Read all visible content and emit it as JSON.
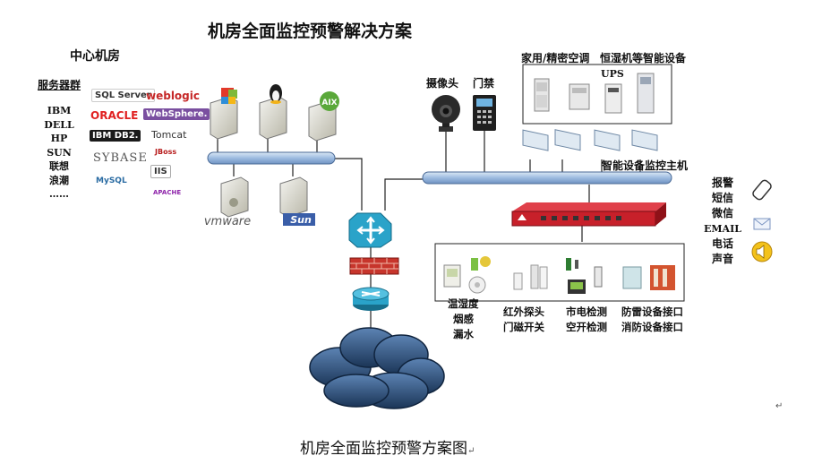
{
  "title": "机房全面监控预警解决方案",
  "center": {
    "title": "中心机房"
  },
  "servers": {
    "header": "服务器群",
    "vendors": [
      "IBM",
      "DELL",
      "HP",
      "SUN",
      "联想",
      "浪潮",
      "……"
    ]
  },
  "software_logos": {
    "sqlserver": "SQL Server",
    "weblogic": "weblogic",
    "oracle": "ORACLE",
    "websphere": "WebSphere.",
    "ibm_db2": "IBM DB2.",
    "tomcat": "Tomcat",
    "sybase": "SYBASE",
    "jboss": "JBoss",
    "iis": "IIS",
    "mysql": "MySQL",
    "apache": "APACHE"
  },
  "os_logos": {
    "aix": "AIX",
    "vmware": "vmware",
    "sun": "Sun"
  },
  "top_devices": {
    "camera": "摄像头",
    "door": "门禁",
    "aircon": "家用/精密空调",
    "humid": "恒湿机等智能设备",
    "ups": "UPS",
    "host": "智能设备监控主机"
  },
  "sensors": {
    "temp": [
      "温湿度",
      "烟感",
      "漏水"
    ],
    "infrared": [
      "红外探头",
      "门磁开关"
    ],
    "power": [
      "市电检测",
      "空开检测"
    ],
    "lightning": [
      "防雷设备接口",
      "消防设备接口"
    ]
  },
  "alerts": [
    "报警",
    "短信",
    "微信",
    "EMAIL",
    "电话",
    "声音"
  ],
  "caption": "机房全面监控预警方案图",
  "marks": {
    "return1": "↵",
    "return2": "↵"
  },
  "colors": {
    "bus": "#a9c4e2",
    "router": "#2aa3c9",
    "firewall": "#c7352c",
    "cloud": "#2c4f7c",
    "host": "#c7202a"
  }
}
